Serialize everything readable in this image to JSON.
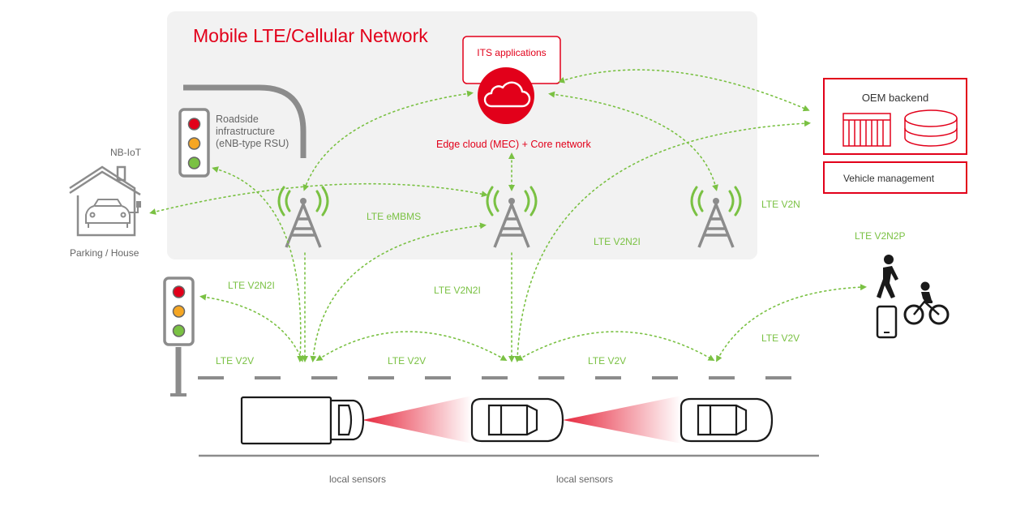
{
  "network": {
    "title": "Mobile LTE/Cellular Network",
    "its_applications": "ITS applications",
    "edge_cloud": "Edge cloud (MEC) + Core network"
  },
  "roadside": {
    "label_line1": "Roadside",
    "label_line2": "infrastructure",
    "label_line3": "(eNB-type RSU)"
  },
  "house": {
    "nbiot": "NB-IoT",
    "label": "Parking / House"
  },
  "oem": {
    "backend": "OEM backend",
    "vehicle_management": "Vehicle management"
  },
  "links": {
    "embms": "LTE eMBMS",
    "v2n": "LTE V2N",
    "v2n2i_network": "LTE V2N2I",
    "v2n2p": "LTE V2N2P",
    "v2n2i_left": "LTE V2N2I",
    "v2n2i_center": "LTE V2N2I",
    "v2v_right": "LTE V2V",
    "v2v_1": "LTE V2V",
    "v2v_2": "LTE V2V",
    "v2v_3": "LTE V2V"
  },
  "sensors": {
    "label1": "local sensors",
    "label2": "local sensors"
  },
  "colors": {
    "accent_red": "#e2001a",
    "link_green": "#7ac143",
    "panel_gray": "#f2f2f2",
    "icon_gray": "#8c8c8c"
  }
}
